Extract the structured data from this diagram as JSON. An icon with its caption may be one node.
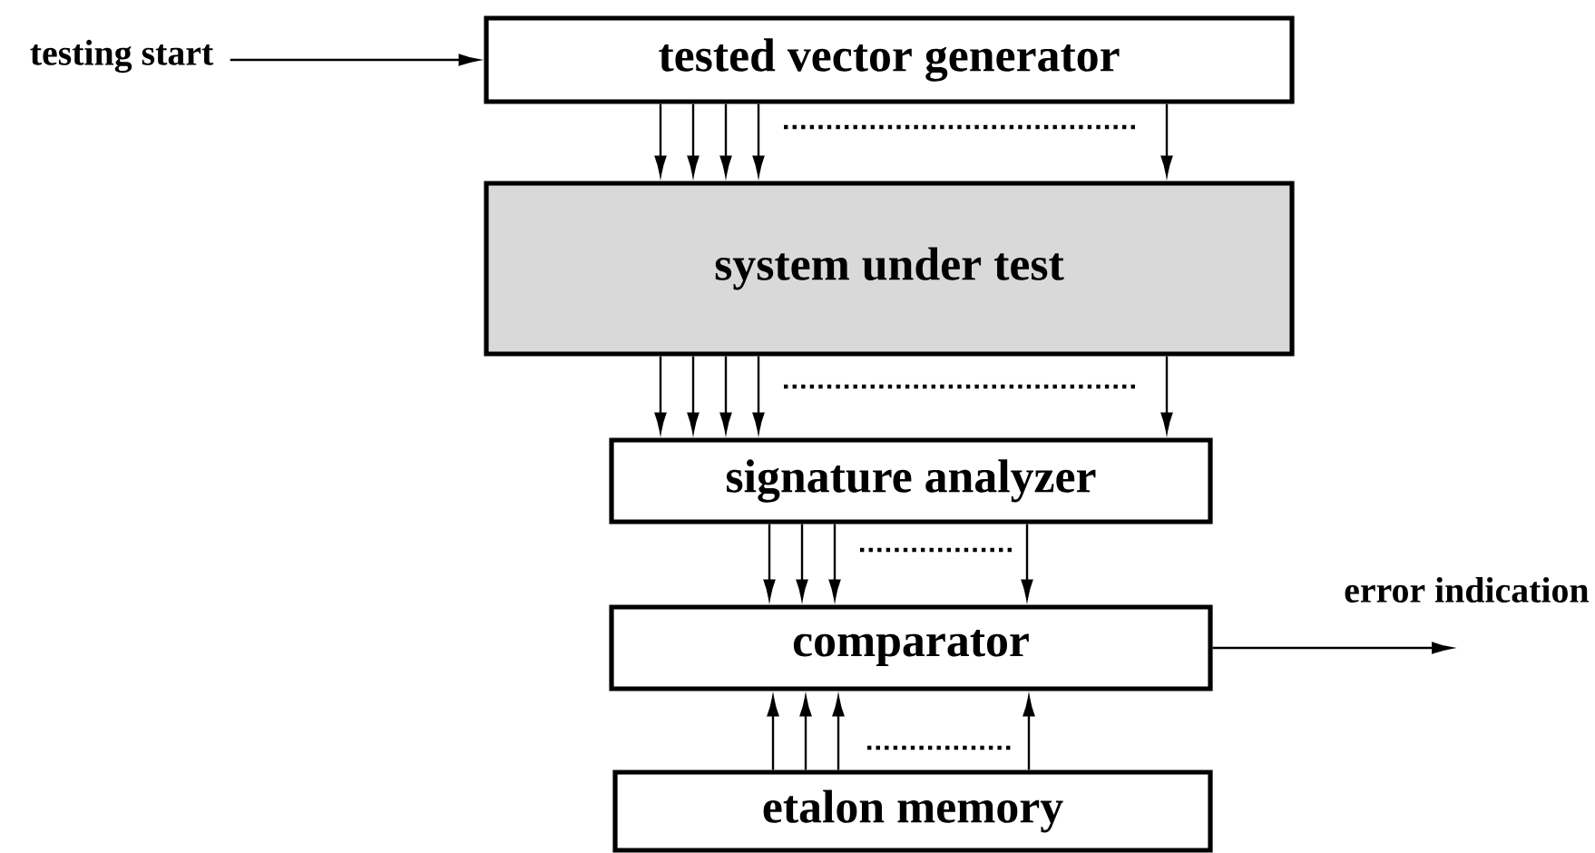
{
  "diagram": {
    "nodes": [
      {
        "text": [
          "testing start"
        ]
      },
      {
        "text": [
          "tested vector generator"
        ]
      },
      {
        "text": [
          "system under test"
        ]
      },
      {
        "text": [
          "signature analyzer"
        ]
      },
      {
        "text": [
          "comparator"
        ]
      },
      {
        "text": [
          "etalon memory"
        ]
      }
    ],
    "edges": [
      {
        "from": 0,
        "to": 1,
        "arrow": "to"
      },
      {
        "from": 1,
        "to": 2,
        "arrow": "to"
      },
      {
        "from": 1,
        "to": 2,
        "arrow": "to"
      },
      {
        "from": 1,
        "to": 2,
        "arrow": "to"
      },
      {
        "from": 1,
        "to": 2,
        "arrow": "to"
      },
      {
        "from": 1,
        "to": 2,
        "arrow": "to"
      },
      {
        "from": 2,
        "to": 3,
        "arrow": "to"
      },
      {
        "from": 2,
        "to": 3,
        "arrow": "to"
      },
      {
        "from": 2,
        "to": 3,
        "arrow": "to"
      },
      {
        "from": 2,
        "to": 3,
        "arrow": "to"
      },
      {
        "from": 2,
        "to": 3,
        "arrow": "to"
      },
      {
        "from": 3,
        "to": 4,
        "arrow": "to"
      },
      {
        "from": 3,
        "to": 4,
        "arrow": "to"
      },
      {
        "from": 3,
        "to": 4,
        "arrow": "to"
      },
      {
        "from": 3,
        "to": 4,
        "arrow": "to"
      },
      {
        "from": 5,
        "to": 4,
        "arrow": "to"
      },
      {
        "from": 5,
        "to": 4,
        "arrow": "to"
      },
      {
        "from": 5,
        "to": 4,
        "arrow": "to"
      },
      {
        "from": 5,
        "to": 4,
        "arrow": "to"
      },
      {
        "from": 4,
        "to": null,
        "arrow": "to"
      }
    ],
    "labels": [
      "error indication"
    ]
  }
}
